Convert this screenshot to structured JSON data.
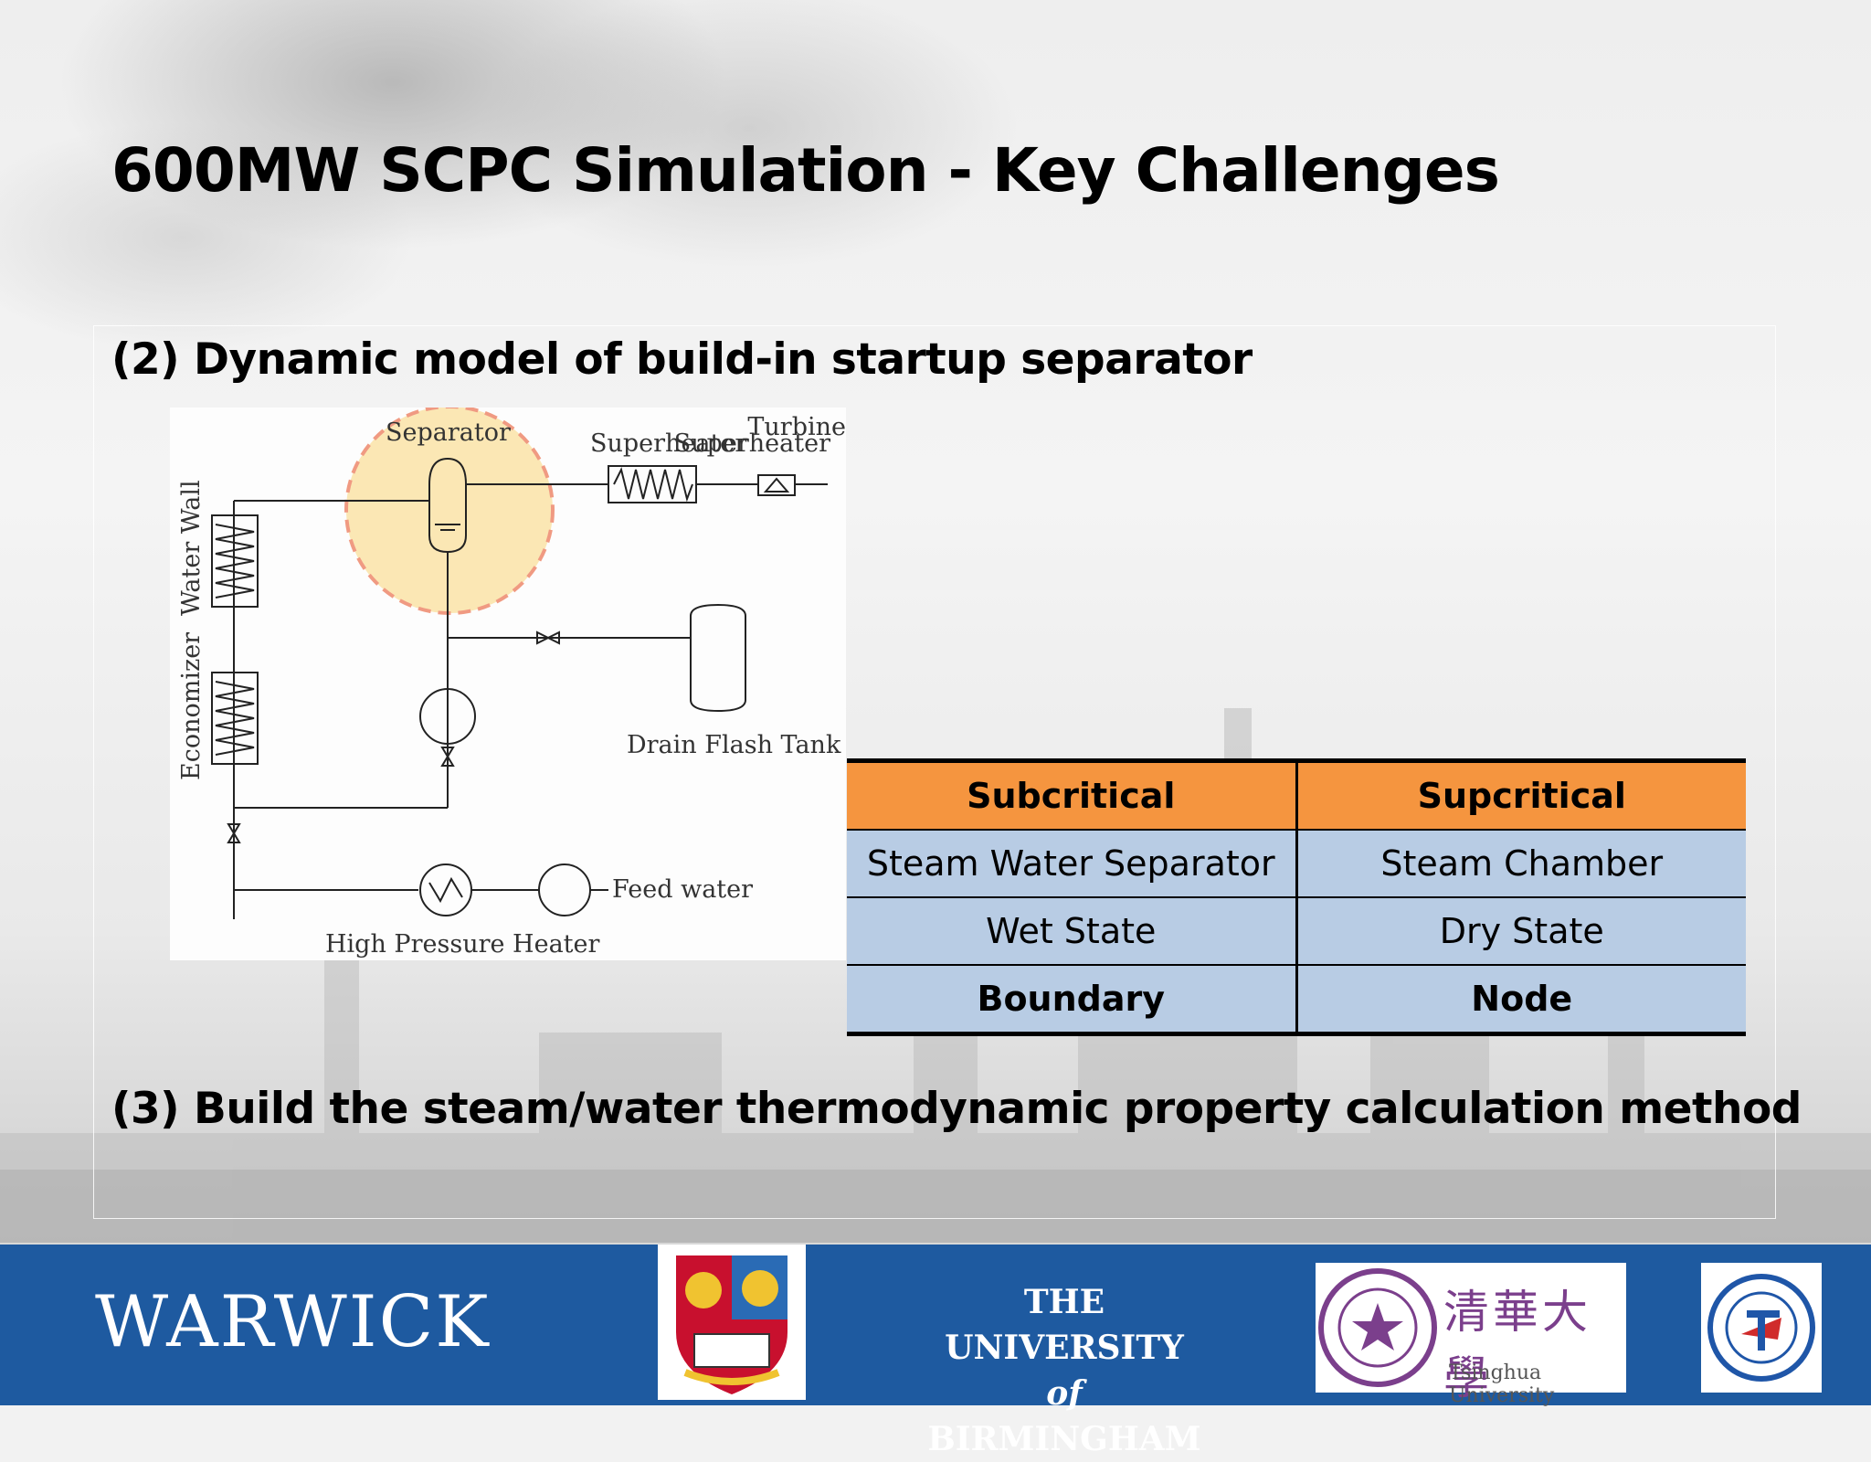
{
  "slide": {
    "title": "600MW SCPC Simulation - Key Challenges",
    "point2": "(2) Dynamic model of build-in startup  separator",
    "point3": "(3) Build the steam/water thermodynamic property calculation method"
  },
  "diagram": {
    "labels": {
      "separator": "Separator",
      "superheater1": "Superheater",
      "superheater2": "Superheater",
      "turbine": "Turbine",
      "water_wall": "Water Wall",
      "economizer": "Economizer",
      "drain_flash_tank": "Drain Flash Tank",
      "feed_water": "Feed water",
      "hp_heater": "High Pressure Heater"
    },
    "colors": {
      "highlight_fill": "#fbe7b4",
      "highlight_stroke": "#f09a82"
    }
  },
  "table": {
    "headers": [
      "Subcritical",
      "Supcritical"
    ],
    "rows": [
      [
        "Steam Water Separator",
        "Steam Chamber"
      ],
      [
        "Wet State",
        "Dry State"
      ],
      [
        "Boundary",
        "Node"
      ]
    ],
    "colors": {
      "header_bg": "#f5953f",
      "cell_bg": "#b8cce4"
    }
  },
  "footer": {
    "background": "#1e5aa0",
    "warwick": "WARWICK",
    "birmingham_line1": "THE UNIVERSITY",
    "birmingham_of": "of",
    "birmingham_line2": "BIRMINGHAM",
    "tsinghua_cn": "清華大學",
    "tsinghua_en": "Tsinghua University"
  }
}
